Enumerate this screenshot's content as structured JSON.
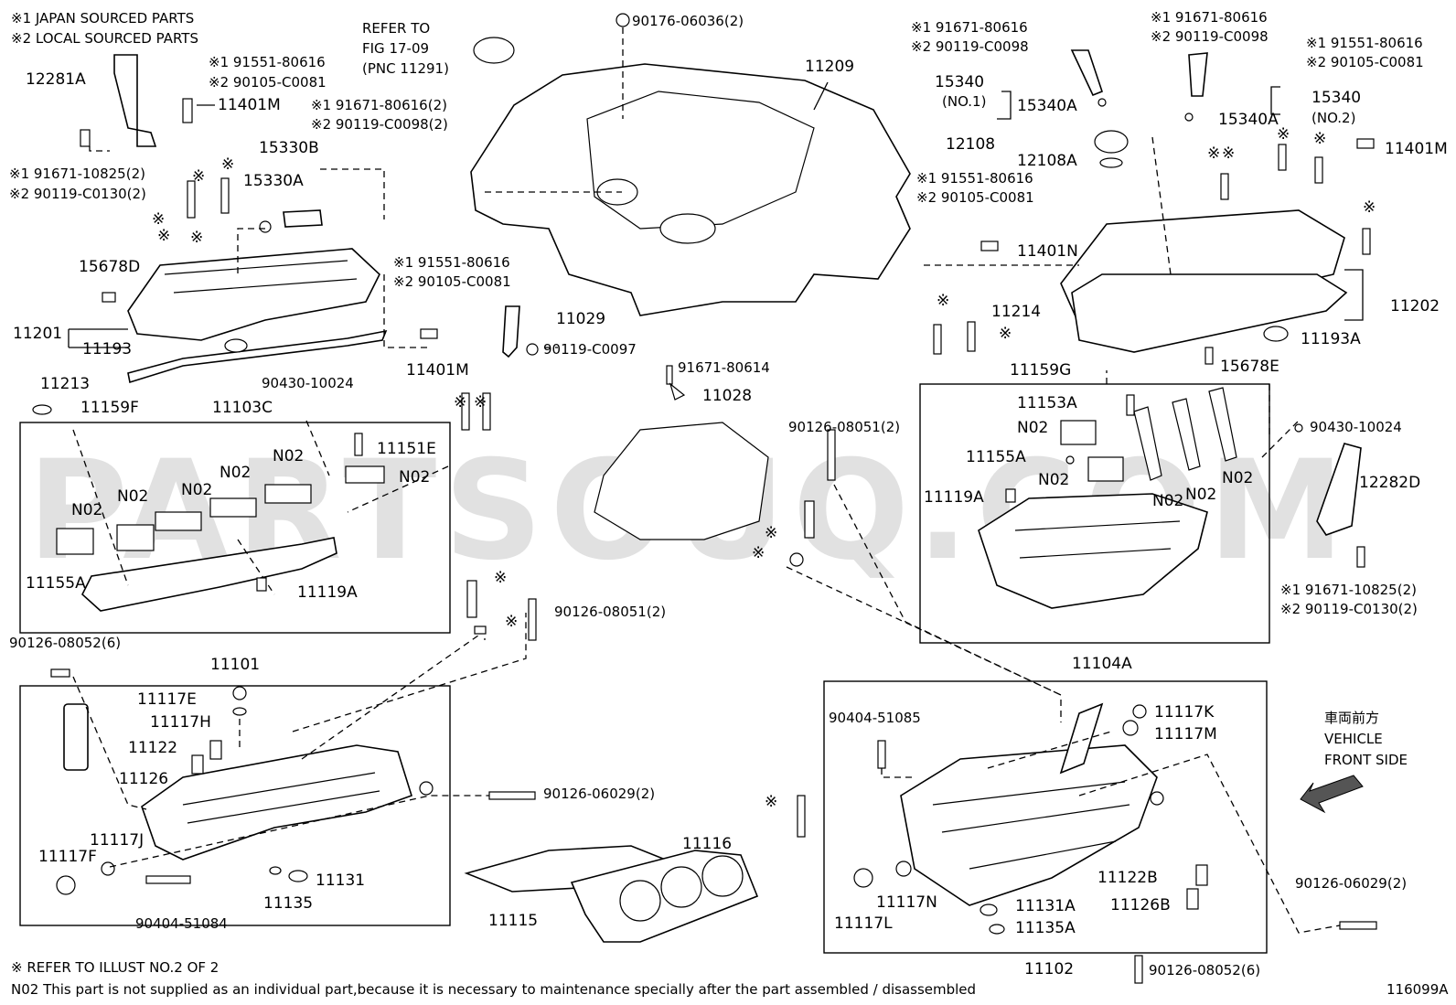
{
  "notes": {
    "japan_sourced": "※1 JAPAN SOURCED PARTS",
    "local_sourced": "※2 LOCAL SOURCED PARTS",
    "refer_illust": "※ REFER TO ILLUST NO.2 OF 2",
    "n02_note": "N02 This part is not supplied as an individual part,because it is necessary to maintenance specially after the part assembled / disassembled",
    "figure_id": "116099A",
    "refer_fig_line1": "REFER TO",
    "refer_fig_line2": "FIG 17-09",
    "refer_fig_line3": "(PNC 11291)",
    "vehicle_front_jp": "車両前方",
    "vehicle_front_1": "VEHICLE",
    "vehicle_front_2": "FRONT SIDE",
    "watermark": "PARTSOUQ.COM"
  },
  "labels": [
    {
      "id": "12281A",
      "text": "12281A"
    },
    {
      "id": "a1",
      "text": "※1 91551-80616"
    },
    {
      "id": "a2",
      "text": "※2 90105-C0081"
    },
    {
      "id": "11401M-a",
      "text": "11401M"
    },
    {
      "id": "b1",
      "text": "※1 91671-80616(2)"
    },
    {
      "id": "b2",
      "text": "※2 90119-C0098(2)"
    },
    {
      "id": "15330B",
      "text": "15330B"
    },
    {
      "id": "15330A",
      "text": "15330A"
    },
    {
      "id": "c1",
      "text": "※1 91671-10825(2)"
    },
    {
      "id": "c2",
      "text": "※2 90119-C0130(2)"
    },
    {
      "id": "15678D",
      "text": "15678D"
    },
    {
      "id": "11201",
      "text": "11201"
    },
    {
      "id": "11193",
      "text": "11193"
    },
    {
      "id": "d1",
      "text": "※1 91551-80616"
    },
    {
      "id": "d2",
      "text": "※2 90105-C0081"
    },
    {
      "id": "11401M-b",
      "text": "11401M"
    },
    {
      "id": "11213",
      "text": "11213"
    },
    {
      "id": "90430-10024-a",
      "text": "90430-10024"
    },
    {
      "id": "11159F",
      "text": "11159F"
    },
    {
      "id": "11103C",
      "text": "11103C"
    },
    {
      "id": "11151E",
      "text": "11151E"
    },
    {
      "id": "11155A-a",
      "text": "11155A"
    },
    {
      "id": "11119A-a",
      "text": "11119A"
    },
    {
      "id": "90126-08052-a",
      "text": "90126-08052(6)"
    },
    {
      "id": "11101",
      "text": "11101"
    },
    {
      "id": "11117E",
      "text": "11117E"
    },
    {
      "id": "11117H",
      "text": "11117H"
    },
    {
      "id": "11122",
      "text": "11122"
    },
    {
      "id": "11126",
      "text": "11126"
    },
    {
      "id": "11117J",
      "text": "11117J"
    },
    {
      "id": "11117F",
      "text": "11117F"
    },
    {
      "id": "90404-51084",
      "text": "90404-51084"
    },
    {
      "id": "11135",
      "text": "11135"
    },
    {
      "id": "11131",
      "text": "11131"
    },
    {
      "id": "90176-06036",
      "text": "90176-06036(2)"
    },
    {
      "id": "11209",
      "text": "11209"
    },
    {
      "id": "11029",
      "text": "11029"
    },
    {
      "id": "90119-C0097",
      "text": "90119-C0097"
    },
    {
      "id": "91671-80614",
      "text": "91671-80614"
    },
    {
      "id": "11028",
      "text": "11028"
    },
    {
      "id": "90126-08051-a",
      "text": "90126-08051(2)"
    },
    {
      "id": "90126-08051-b",
      "text": "90126-08051(2)"
    },
    {
      "id": "90126-06029-a",
      "text": "90126-06029(2)"
    },
    {
      "id": "11115",
      "text": "11115"
    },
    {
      "id": "11116",
      "text": "11116"
    },
    {
      "id": "e1",
      "text": "※1 91671-80616"
    },
    {
      "id": "e2",
      "text": "※2 90119-C0098"
    },
    {
      "id": "15340-1",
      "text": "15340"
    },
    {
      "id": "no1",
      "text": "(NO.1)"
    },
    {
      "id": "15340A-a",
      "text": "15340A"
    },
    {
      "id": "12108",
      "text": "12108"
    },
    {
      "id": "12108A",
      "text": "12108A"
    },
    {
      "id": "f1",
      "text": "※1 91551-80616"
    },
    {
      "id": "f2",
      "text": "※2 90105-C0081"
    },
    {
      "id": "11401N",
      "text": "11401N"
    },
    {
      "id": "g1",
      "text": "※1 91671-80616"
    },
    {
      "id": "g2",
      "text": "※2 90119-C0098"
    },
    {
      "id": "h1",
      "text": "※1 91551-80616"
    },
    {
      "id": "h2",
      "text": "※2 90105-C0081"
    },
    {
      "id": "15340-2",
      "text": "15340"
    },
    {
      "id": "no2",
      "text": "(NO.2)"
    },
    {
      "id": "15340A-b",
      "text": "15340A"
    },
    {
      "id": "11401M-c",
      "text": "11401M"
    },
    {
      "id": "11214",
      "text": "11214"
    },
    {
      "id": "11202",
      "text": "11202"
    },
    {
      "id": "11193A",
      "text": "11193A"
    },
    {
      "id": "11159G",
      "text": "11159G"
    },
    {
      "id": "15678E",
      "text": "15678E"
    },
    {
      "id": "11153A",
      "text": "11153A"
    },
    {
      "id": "11155A-b",
      "text": "11155A"
    },
    {
      "id": "11119A-b",
      "text": "11119A"
    },
    {
      "id": "90430-10024-b",
      "text": "90430-10024"
    },
    {
      "id": "12282D",
      "text": "12282D"
    },
    {
      "id": "i1",
      "text": "※1 91671-10825(2)"
    },
    {
      "id": "i2",
      "text": "※2 90119-C0130(2)"
    },
    {
      "id": "11104A",
      "text": "11104A"
    },
    {
      "id": "90404-51085",
      "text": "90404-51085"
    },
    {
      "id": "11117K",
      "text": "11117K"
    },
    {
      "id": "11117M",
      "text": "11117M"
    },
    {
      "id": "11122B",
      "text": "11122B"
    },
    {
      "id": "11126B",
      "text": "11126B"
    },
    {
      "id": "11117N",
      "text": "11117N"
    },
    {
      "id": "11117L",
      "text": "11117L"
    },
    {
      "id": "11131A",
      "text": "11131A"
    },
    {
      "id": "11135A",
      "text": "11135A"
    },
    {
      "id": "11102",
      "text": "11102"
    },
    {
      "id": "90126-08052-b",
      "text": "90126-08052(6)"
    },
    {
      "id": "90126-06029-b",
      "text": "90126-06029(2)"
    },
    {
      "id": "N02",
      "text": "N02"
    },
    {
      "id": "ast",
      "text": "※"
    }
  ]
}
